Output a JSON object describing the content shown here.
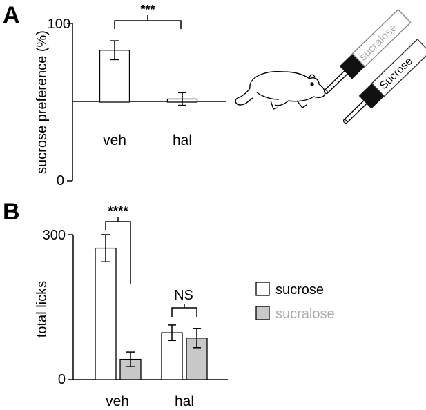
{
  "chart_data": [
    {
      "panel": "A",
      "type": "bar",
      "ylabel": "sucrose preference (%)",
      "ylim": [
        0,
        100
      ],
      "yticks": [
        "0",
        "100"
      ],
      "baseline": 50,
      "categories": [
        "veh",
        "hal"
      ],
      "values": [
        83,
        52
      ],
      "errors": [
        6,
        4
      ],
      "significance": "***",
      "grid": false
    },
    {
      "panel": "B",
      "type": "bar",
      "ylabel": "total licks",
      "ylim": [
        0,
        300
      ],
      "yticks": [
        "0",
        "300"
      ],
      "categories": [
        "veh",
        "hal"
      ],
      "series": [
        {
          "name": "sucrose",
          "color": "#ffffff",
          "values": [
            272,
            97
          ],
          "errors": [
            28,
            16
          ]
        },
        {
          "name": "sucralose",
          "color": "#c8c8c8",
          "values": [
            42,
            86
          ],
          "errors": [
            15,
            20
          ]
        }
      ],
      "significance": [
        "****",
        "NS"
      ],
      "legend_position": "right",
      "grid": false
    }
  ],
  "illustration": {
    "icon": "mouse-drinking-icon",
    "bottles": [
      "sucralose",
      "Sucrose"
    ]
  },
  "colors": {
    "axis": "#000000",
    "sucralose_text": "#aaaaaa",
    "sucralose_fill": "#c8c8c8"
  }
}
